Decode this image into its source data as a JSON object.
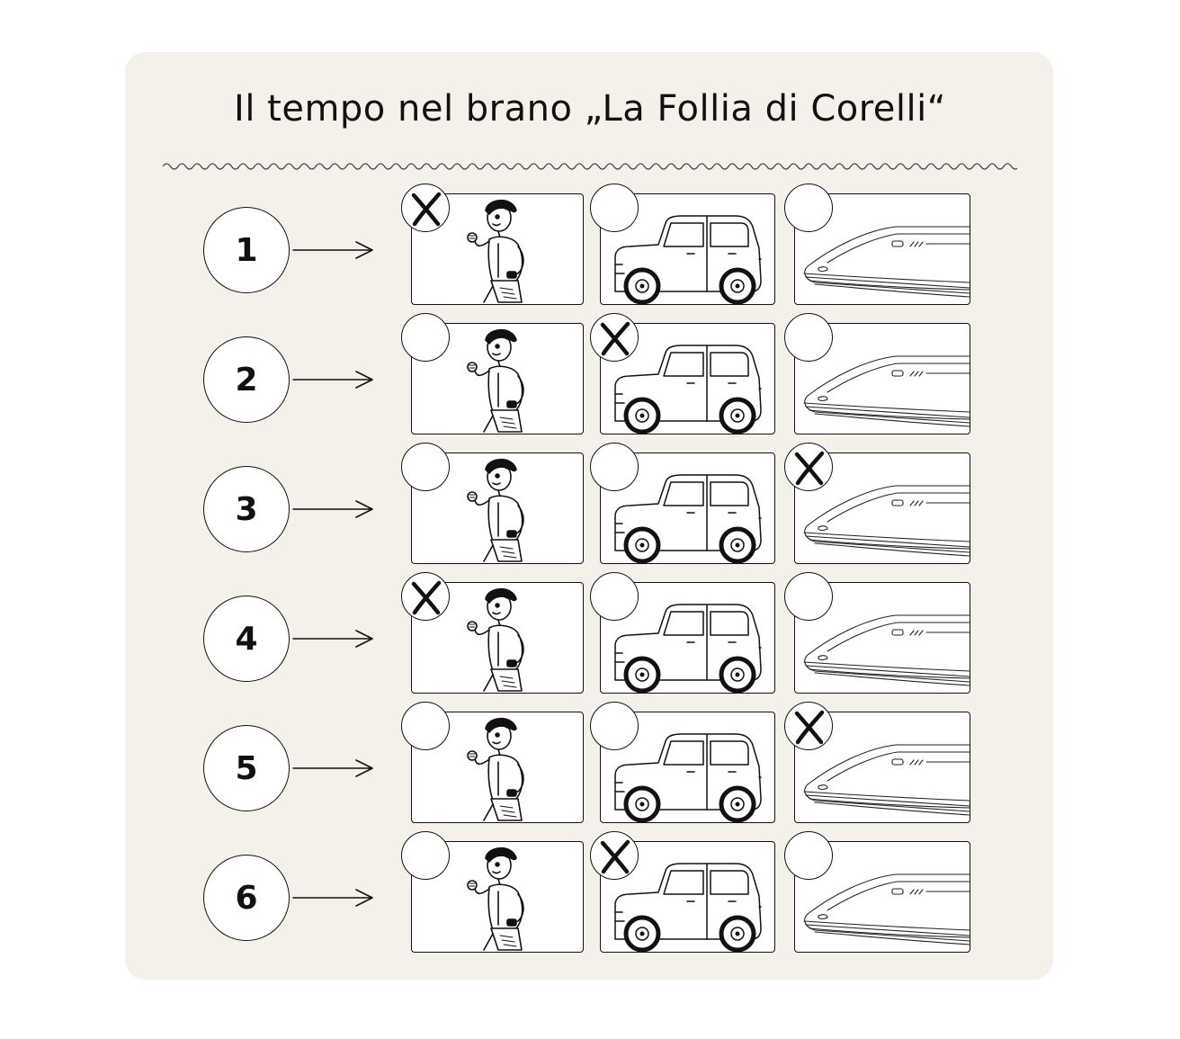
{
  "title": "Il tempo nel brano „La Follia di Corelli“",
  "options": [
    {
      "id": "runner",
      "icon": "runner-icon"
    },
    {
      "id": "car",
      "icon": "car-icon"
    },
    {
      "id": "train",
      "icon": "train-icon"
    }
  ],
  "rows": [
    {
      "number": "1",
      "checked": "runner"
    },
    {
      "number": "2",
      "checked": "car"
    },
    {
      "number": "3",
      "checked": "train"
    },
    {
      "number": "4",
      "checked": "runner"
    },
    {
      "number": "5",
      "checked": "train"
    },
    {
      "number": "6",
      "checked": "car"
    }
  ],
  "colors": {
    "card_background": "#f3f1ea",
    "ink": "#111111",
    "box_background": "#ffffff"
  }
}
